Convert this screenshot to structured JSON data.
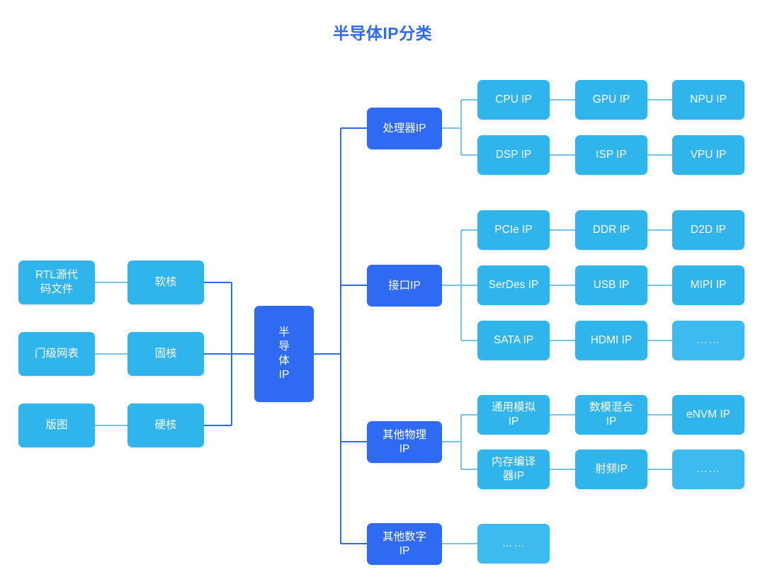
{
  "diagram": {
    "title": "半导体IP分类",
    "title_color": "#2f6bf2",
    "colors": {
      "light_blue": "#2fb4ec",
      "dark_blue": "#2f6bf2",
      "ellipsis_blue": "#3dbaef",
      "trunk_line": "#2f6bf2",
      "branch_line": "#79c4e9",
      "background": "#ffffff"
    },
    "root": {
      "label": "半\n导\n体\nIP"
    },
    "left_sources": [
      {
        "label": "RTL源代\n码文件"
      },
      {
        "label": "门级网表"
      },
      {
        "label": "版图"
      }
    ],
    "left_cores": [
      {
        "label": "软核"
      },
      {
        "label": "固核"
      },
      {
        "label": "硬核"
      }
    ],
    "categories": [
      {
        "label": "处理器IP",
        "rows": [
          [
            {
              "label": "CPU IP"
            },
            {
              "label": "GPU IP"
            },
            {
              "label": "NPU IP"
            }
          ],
          [
            {
              "label": "DSP IP"
            },
            {
              "label": "ISP IP"
            },
            {
              "label": "VPU IP"
            }
          ]
        ]
      },
      {
        "label": "接口IP",
        "rows": [
          [
            {
              "label": "PCIe IP"
            },
            {
              "label": "DDR IP"
            },
            {
              "label": "D2D IP"
            }
          ],
          [
            {
              "label": "SerDes IP"
            },
            {
              "label": "USB IP"
            },
            {
              "label": "MIPI IP"
            }
          ],
          [
            {
              "label": "SATA IP"
            },
            {
              "label": "HDMI IP"
            },
            {
              "label": "……",
              "ellipsis": true
            }
          ]
        ]
      },
      {
        "label": "其他物理\nIP",
        "rows": [
          [
            {
              "label": "通用模拟\nIP"
            },
            {
              "label": "数模混合\nIP"
            },
            {
              "label": "eNVM IP"
            }
          ],
          [
            {
              "label": "内存编译\n器IP"
            },
            {
              "label": "射频IP"
            },
            {
              "label": "……",
              "ellipsis": true
            }
          ]
        ]
      },
      {
        "label": "其他数字\nIP",
        "rows": [
          [
            {
              "label": "……",
              "ellipsis": true
            }
          ]
        ]
      }
    ]
  }
}
